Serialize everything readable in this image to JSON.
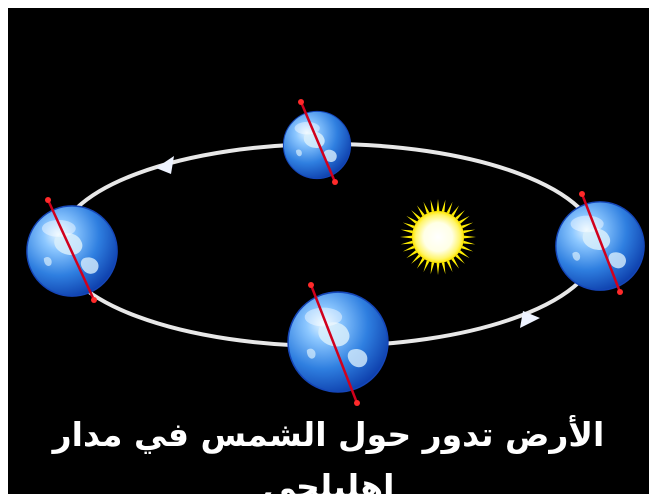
{
  "caption": "الأرض تدور حول الشمس في مدار اهليلجي",
  "colors": {
    "background": "#000000",
    "page_border": "#ffffff",
    "orbit": "#e8e8e8",
    "caption": "#ffffff",
    "sun_core": "#ffffff",
    "sun_rays": "#ffee00",
    "earth_ocean": "#2f7fe0",
    "earth_highlight": "#cfeaff",
    "earth_land": "#d8eefc",
    "axis": "#d1001c",
    "axis_tip": "#ff2a2a"
  },
  "diagram": {
    "bodies": [
      {
        "kind": "sun",
        "icon": "sun-icon"
      },
      {
        "kind": "earth",
        "position": "top",
        "icon": "earth-globe-icon"
      },
      {
        "kind": "earth",
        "position": "left",
        "icon": "earth-globe-icon"
      },
      {
        "kind": "earth",
        "position": "right",
        "icon": "earth-globe-icon"
      },
      {
        "kind": "earth",
        "position": "bottom",
        "icon": "earth-globe-icon"
      }
    ],
    "orbit_direction": "counterclockwise",
    "direction_arrows": 2
  }
}
